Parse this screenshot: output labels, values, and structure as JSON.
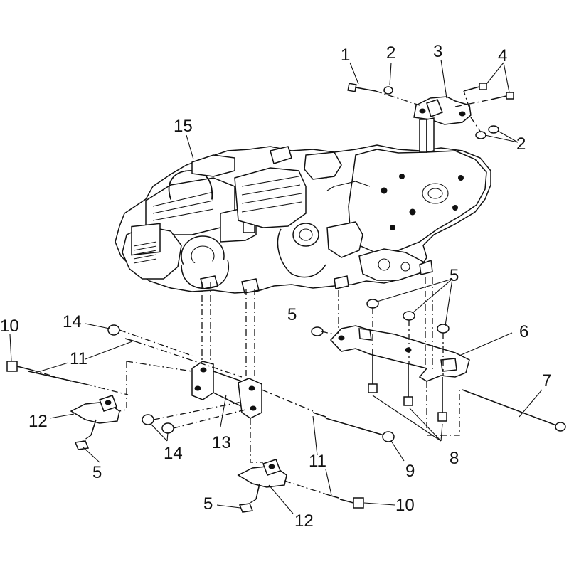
{
  "diagram": {
    "callouts": [
      {
        "id": "c1",
        "text": "1"
      },
      {
        "id": "c2a",
        "text": "2"
      },
      {
        "id": "c3",
        "text": "3"
      },
      {
        "id": "c4",
        "text": "4"
      },
      {
        "id": "c2b",
        "text": "2"
      },
      {
        "id": "c15",
        "text": "15"
      },
      {
        "id": "c5a",
        "text": "5"
      },
      {
        "id": "c6",
        "text": "6"
      },
      {
        "id": "c5b",
        "text": "5"
      },
      {
        "id": "c10a",
        "text": "10"
      },
      {
        "id": "c14a",
        "text": "14"
      },
      {
        "id": "c11a",
        "text": "11"
      },
      {
        "id": "c7",
        "text": "7"
      },
      {
        "id": "c12a",
        "text": "12"
      },
      {
        "id": "c14b",
        "text": "14"
      },
      {
        "id": "c13",
        "text": "13"
      },
      {
        "id": "c11b",
        "text": "11"
      },
      {
        "id": "c8",
        "text": "8"
      },
      {
        "id": "c5c",
        "text": "5"
      },
      {
        "id": "c9",
        "text": "9"
      },
      {
        "id": "c5d",
        "text": "5"
      },
      {
        "id": "c10b",
        "text": "10"
      },
      {
        "id": "c12b",
        "text": "12"
      }
    ]
  }
}
